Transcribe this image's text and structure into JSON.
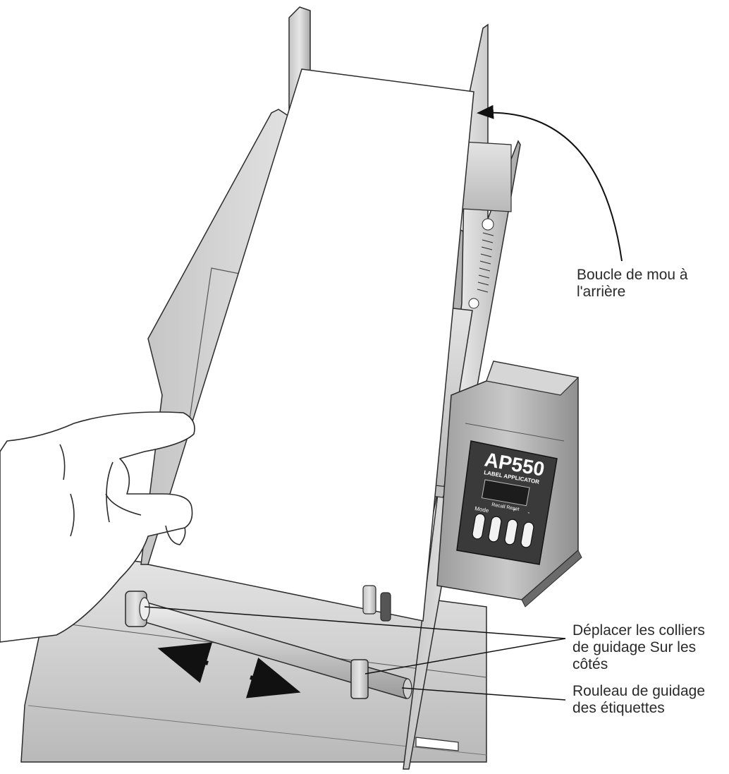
{
  "device": {
    "model": "AP550",
    "subtitle": "LABEL APPLICATOR",
    "buttons": [
      "Mode",
      "Recall Reset",
      "+",
      "-"
    ]
  },
  "callouts": {
    "slack_loop": "Boucle de mou à\nl'arrière",
    "guide_collars": "Déplacer les colliers\nde guidage Sur les\ncôtés",
    "guide_roller": "Rouleau de guidage\ndes étiquettes"
  },
  "colors": {
    "metal_light": "#d9d9d9",
    "metal_mid": "#bdbdbd",
    "metal_dark": "#8a8a8a",
    "panel": "#3a3a3a",
    "outline": "#2b2b2b",
    "paper": "#ffffff"
  }
}
